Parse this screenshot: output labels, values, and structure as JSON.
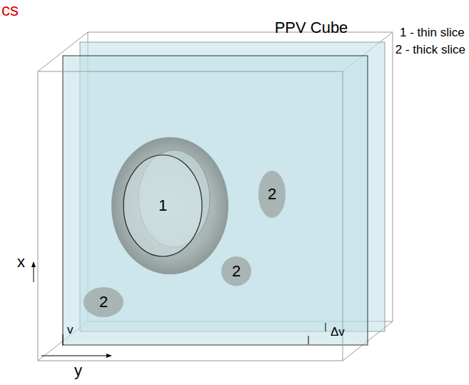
{
  "diagram": {
    "title": "PPV Cube",
    "nodes": [
      {
        "text": [
          "1"
        ]
      },
      {
        "text": [
          "2"
        ]
      },
      {
        "text": [
          "2"
        ]
      },
      {
        "text": [
          "2"
        ]
      }
    ],
    "labels": [
      "cs",
      "1 - thin slice",
      "2 - thick slice",
      "x",
      "y",
      "v",
      "Δv"
    ]
  }
}
